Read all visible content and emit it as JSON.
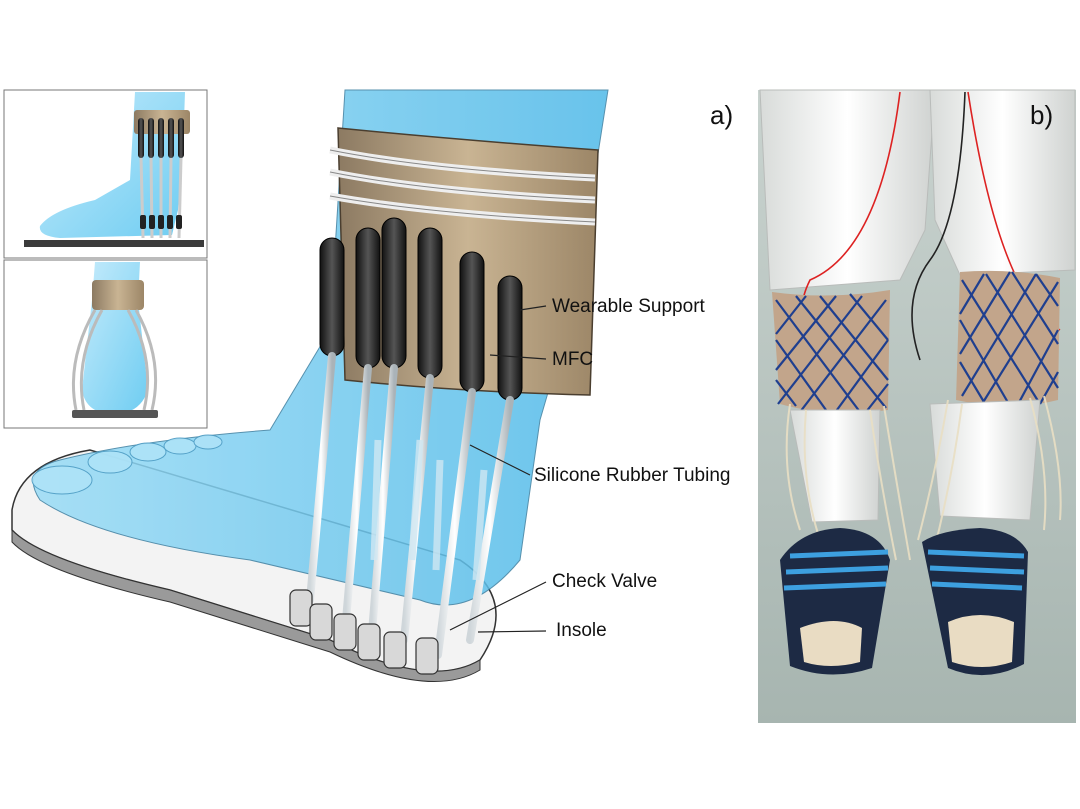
{
  "figure": {
    "panel_a_label": "a)",
    "panel_b_label": "b)",
    "callouts": {
      "wearable_support": "Wearable Support",
      "mfc": "MFC",
      "silicone_tubing": "Silicone Rubber Tubing",
      "check_valve": "Check Valve",
      "insole": "Insole"
    }
  }
}
